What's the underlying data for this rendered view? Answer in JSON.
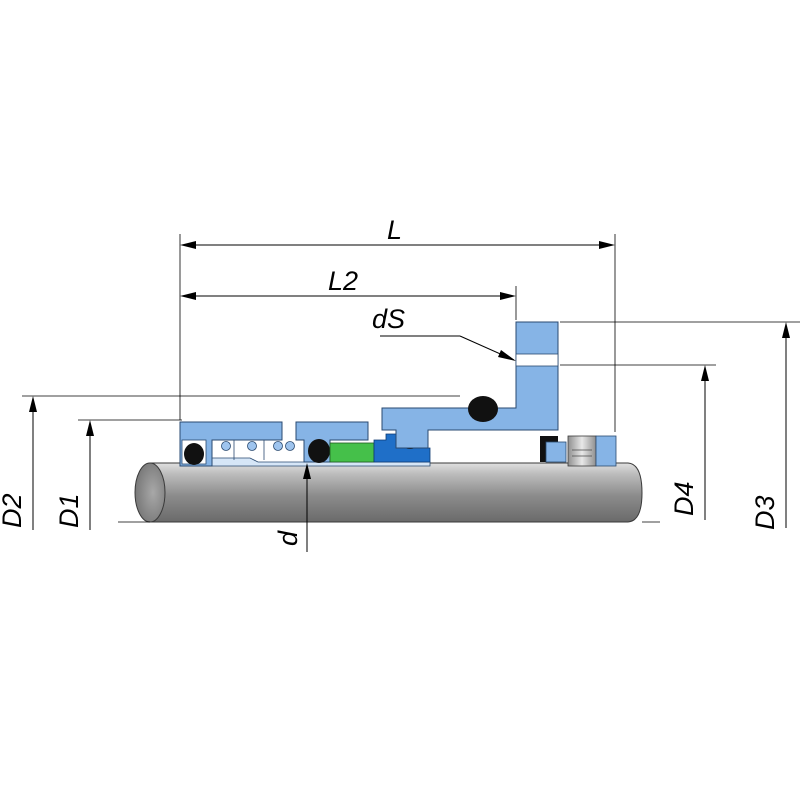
{
  "dimensions": {
    "L": "L",
    "L2": "L2",
    "dS": "dS",
    "D1": "D1",
    "D2": "D2",
    "D3": "D3",
    "D4": "D4",
    "d": "d"
  },
  "colors": {
    "housing_blue": "#86b4e6",
    "face_blue": "#1f6fc8",
    "green_ring": "#45c04a",
    "oring_black": "#111111",
    "shaft_gray": "#8a8a8a",
    "background": "#ffffff"
  }
}
